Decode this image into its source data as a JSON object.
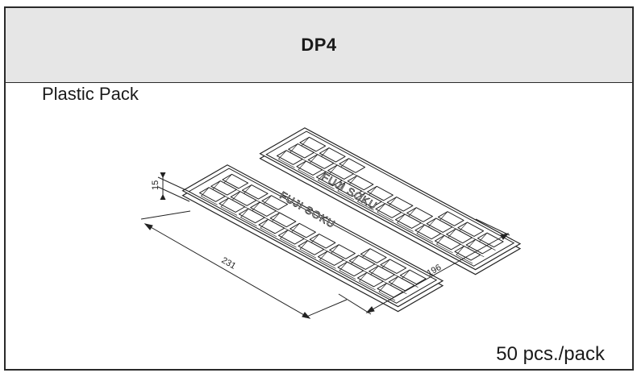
{
  "header": {
    "title": "DP4"
  },
  "product": {
    "type_label": "Plastic Pack",
    "quantity_label": "50 pcs./pack"
  },
  "dimensions": {
    "length": "231",
    "width": "196",
    "height": "15"
  },
  "tray": {
    "brand_text": "FUJI SOKU"
  }
}
